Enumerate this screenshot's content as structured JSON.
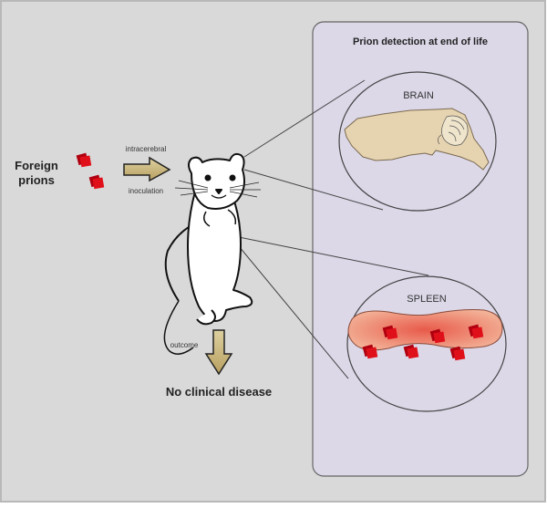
{
  "left": {
    "source_label_line1": "Foreign",
    "source_label_line2": "prions",
    "arrow_top_label": "intracerebral",
    "arrow_bottom_label": "inoculation",
    "outcome_label": "outcome",
    "result_label": "No clinical disease"
  },
  "panel": {
    "title": "Prion detection at end of life",
    "brain_label": "BRAIN",
    "spleen_label": "SPLEEN"
  },
  "colors": {
    "background": "#d9d9d9",
    "panel_fill": "#dcd8e8",
    "brain_fill": "#e6d3b0",
    "spleen_fill": "#f0a080",
    "prion_red": "#d8101a",
    "arrow_fill": "#c8b478"
  }
}
